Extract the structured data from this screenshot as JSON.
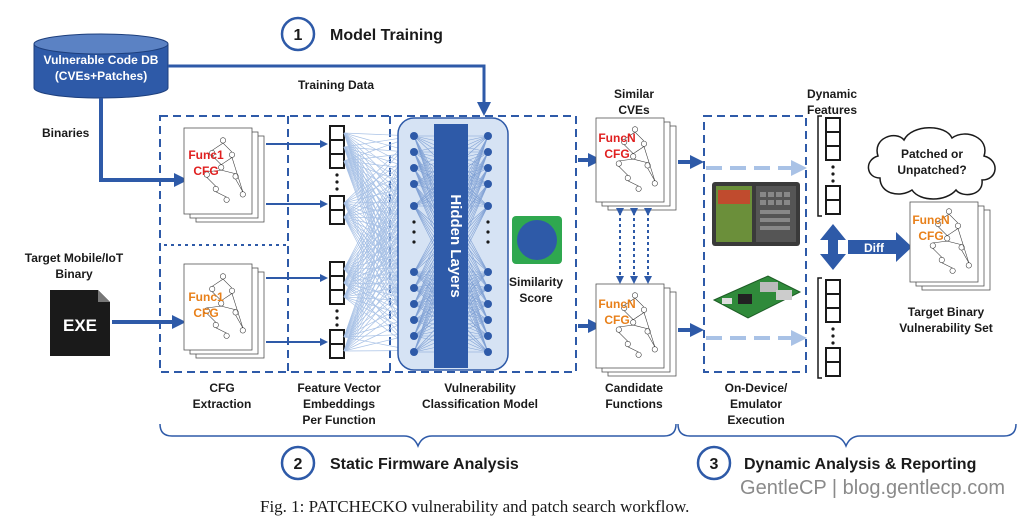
{
  "stages": {
    "one": {
      "number": "1",
      "label": "Model Training"
    },
    "two": {
      "number": "2",
      "label": "Static Firmware Analysis"
    },
    "three": {
      "number": "3",
      "label": "Dynamic Analysis & Reporting"
    }
  },
  "database": {
    "line1": "Vulnerable Code DB",
    "line2": "(CVEs+Patches)"
  },
  "labels": {
    "training_data": "Training Data",
    "binaries": "Binaries",
    "target_line1": "Target Mobile/IoT",
    "target_line2": "Binary",
    "exe": "EXE",
    "hidden_layers": "Hidden Layers",
    "similarity_line1": "Similarity",
    "similarity_line2": "Score",
    "similar_line1": "Similar",
    "similar_line2": "CVEs",
    "dynamic_line1": "Dynamic",
    "dynamic_line2": "Features",
    "diff": "Diff",
    "patched_line1": "Patched or",
    "patched_line2": "Unpatched?",
    "target_set_line1": "Target Binary",
    "target_set_line2": "Vulnerability Set",
    "func1": "Func1",
    "funcN": "FuncN",
    "cfg": "CFG"
  },
  "bottom_labels": {
    "cfg_line1": "CFG",
    "cfg_line2": "Extraction",
    "fv_line1": "Feature Vector",
    "fv_line2": "Embeddings",
    "fv_line3": "Per Function",
    "vc_line1": "Vulnerability",
    "vc_line2": "Classification Model",
    "cand_line1": "Candidate",
    "cand_line2": "Functions",
    "dev_line1": "On-Device/",
    "dev_line2": "Emulator",
    "dev_line3": "Execution"
  },
  "caption": {
    "prefix": "Fig. 1: ",
    "name": "PATCHECKO",
    "rest": " vulnerability and patch search workflow."
  },
  "watermark": "GentleCP | blog.gentlecp.com",
  "colors": {
    "blue_dark": "#2e5aa8",
    "blue_light": "#a9c2e6",
    "green": "#2fa84f"
  }
}
